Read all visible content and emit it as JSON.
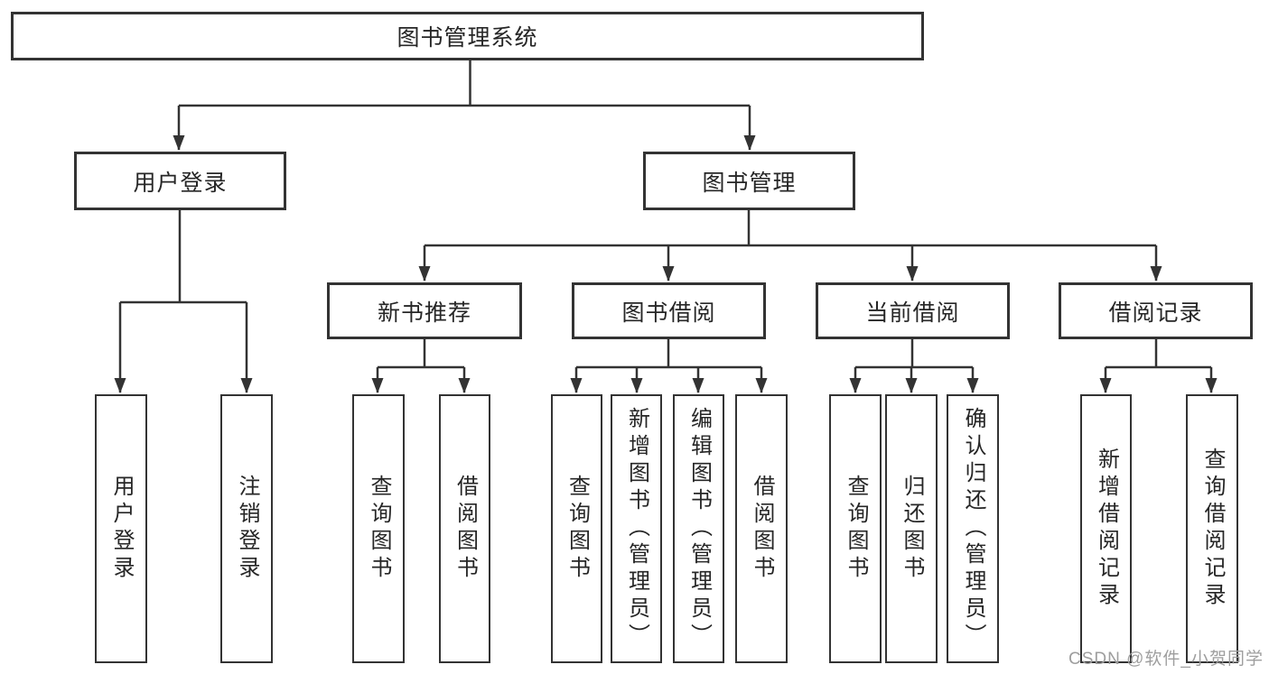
{
  "diagram": {
    "root": {
      "label": "图书管理系统"
    },
    "level2": [
      {
        "label": "用户登录",
        "children": [
          "用户登录",
          "注销登录"
        ]
      },
      {
        "label": "图书管理",
        "children": [
          {
            "label": "新书推荐",
            "children": [
              "查询图书",
              "借阅图书"
            ]
          },
          {
            "label": "图书借阅",
            "children": [
              "查询图书",
              "新增图书（管理员）",
              "编辑图书（管理员）",
              "借阅图书"
            ]
          },
          {
            "label": "当前借阅",
            "children": [
              "查询图书",
              "归还图书",
              "确认归还（管理员）"
            ]
          },
          {
            "label": "借阅记录",
            "children": [
              "新增借阅记录",
              "查询借阅记录"
            ]
          }
        ]
      }
    ]
  },
  "watermark": {
    "text": "CSDN @软件_小贺同学"
  },
  "colors": {
    "line": "#333333",
    "node_border": "#333333",
    "text": "#262626",
    "background": "#ffffff",
    "watermark": "#9e9e9e"
  }
}
